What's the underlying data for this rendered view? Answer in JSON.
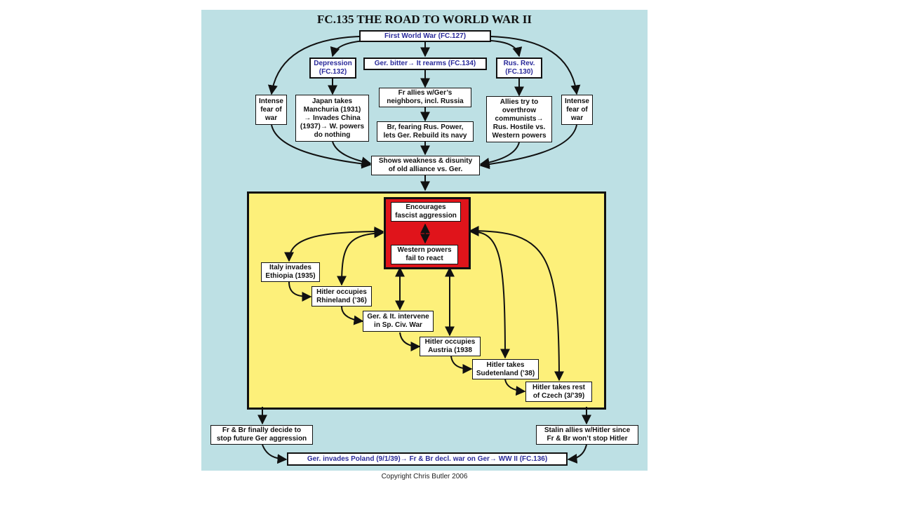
{
  "title": "FC.135 THE ROAD TO WORLD WAR II",
  "copyright": "Copyright Chris Butler 2006",
  "colors": {
    "background": "#bde0e4",
    "highlight_panel": "#fdf07a",
    "alert_panel": "#e0141b",
    "link_text": "#2a2a9a"
  },
  "nodes": {
    "first_world_war": "First World War  (FC.127)",
    "depression": "Depression\n(FC.132)",
    "ger_bitter": "Ger. bitter→ It rearms (FC.134)",
    "rus_rev": "Rus. Rev.\n(FC.130)",
    "fear_left": "Intense\nfear of\nwar",
    "fear_right": "Intense\nfear of\nwar",
    "japan": "Japan takes\nManchuria (1931)\n→ Invades China\n(1937)→ W. powers\ndo nothing",
    "fr_allies": "Fr allies w/Ger’s\nneighbors, incl. Russia",
    "br_fearing": "Br, fearing Rus. Power,\nlets Ger. Rebuild its navy",
    "allies_try": "Allies try to\noverthrow\ncommunists→\nRus. Hostile vs.\nWestern powers",
    "weakness": "Shows weakness & disunity\nof old alliance vs. Ger.",
    "encourages": "Encourages\nfascist aggression",
    "western_fail": "Western powers\nfail to react",
    "italy": "Italy invades\nEthiopia (1935)",
    "rhineland": "Hitler occupies\nRhineland (’36)",
    "spain": "Ger. & It. intervene\nin Sp. Civ. War",
    "austria": "Hitler occupies\nAustria (1938",
    "sudetenland": "Hitler takes\nSudetenland (’38)",
    "czech": "Hitler takes rest\nof Czech (3/’39)",
    "fr_br_decide": "Fr & Br finally decide to\nstop future Ger aggression",
    "stalin": "Stalin allies w/Hitler since\nFr & Br won’t stop Hitler",
    "poland": "Ger. invades Poland (9/1/39)→ Fr & Br decl. war on Ger→ WW II (FC.136)"
  }
}
